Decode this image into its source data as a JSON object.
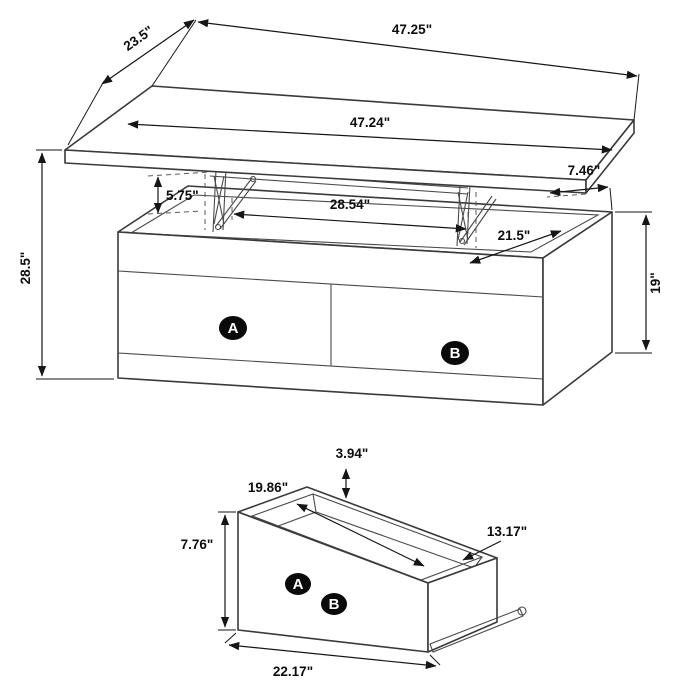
{
  "table": {
    "top_width": "47.25\"",
    "top_depth": "23.5\"",
    "top_surface_width": "47.24\"",
    "top_overhang": "7.46\"",
    "lift_height": "5.75\"",
    "inner_width": "28.54\"",
    "inner_depth": "21.5\"",
    "overall_height": "28.5\"",
    "cabinet_height": "19\"",
    "drawer_a": "A",
    "drawer_b": "B"
  },
  "drawer": {
    "side_height": "3.94\"",
    "inner_length": "19.86\"",
    "inner_width": "13.17\"",
    "front_height": "7.76\"",
    "front_width": "22.17\"",
    "label_a": "A",
    "label_b": "B"
  }
}
